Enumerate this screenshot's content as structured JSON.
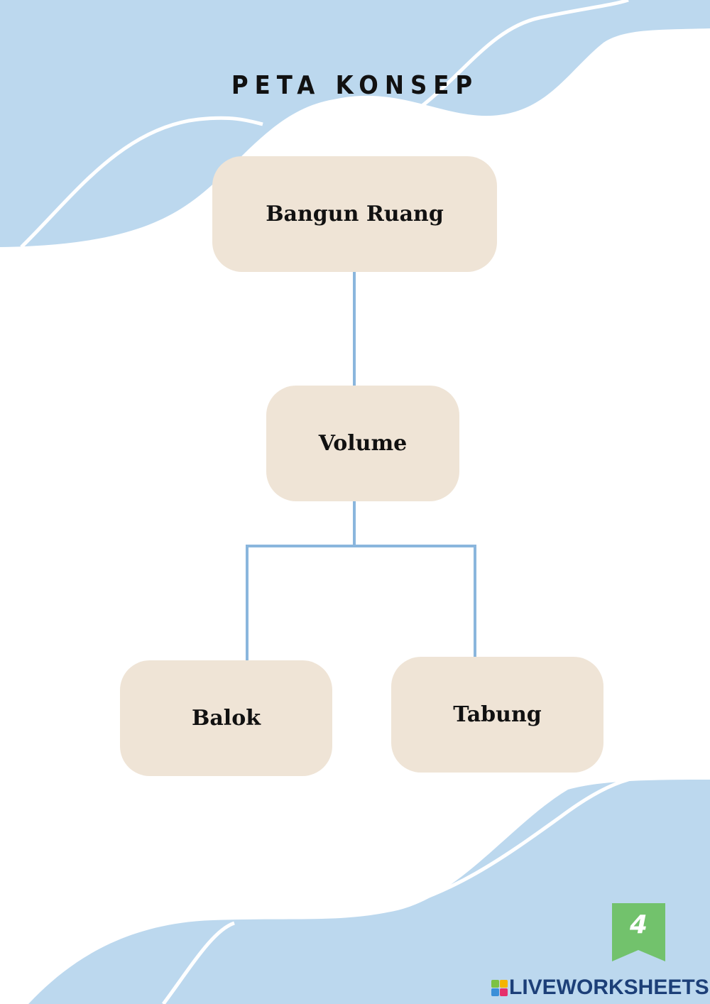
{
  "title": "PETA KONSEP",
  "nodes": {
    "root": "Bangun Ruang",
    "middle": "Volume",
    "left": "Balok",
    "right": "Tabung"
  },
  "page_number": "4",
  "brand": "LIVEWORKSHEETS",
  "colors": {
    "wave": "#bcd8ee",
    "node": "#efe4d6",
    "connector": "#8ab6dd",
    "badge": "#72c26c",
    "brand": "#1c3f78"
  }
}
